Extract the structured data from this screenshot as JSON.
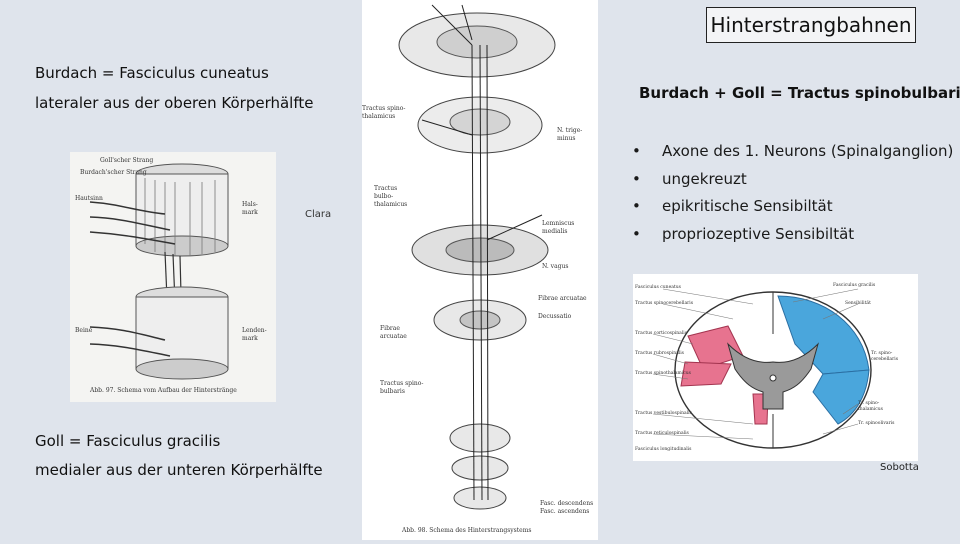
{
  "slide": {
    "title": "Hinterstrangbahnen",
    "burdach_heading": "Burdach = Fasciculus cuneatus",
    "burdach_sub": "lateraler aus der oberen Körperhälfte",
    "goll_heading": "Goll = Fasciculus gracilis",
    "goll_sub": "medialer aus der unteren Körperhälfte",
    "tract_heading": "Burdach + Goll = Tractus spinobulbaris",
    "bullets": [
      "Axone des 1. Neurons (Spinalganglion)",
      "ungekreuzt",
      "epikritische Sensibiltät",
      "propriozeptive Sensibiltät"
    ],
    "clara_label": "Clara",
    "sobotta_label": "Sobotta"
  },
  "colors": {
    "background": "#dfe4ec",
    "pink_region": "#e7738f",
    "blue_region": "#4aa6dc"
  }
}
